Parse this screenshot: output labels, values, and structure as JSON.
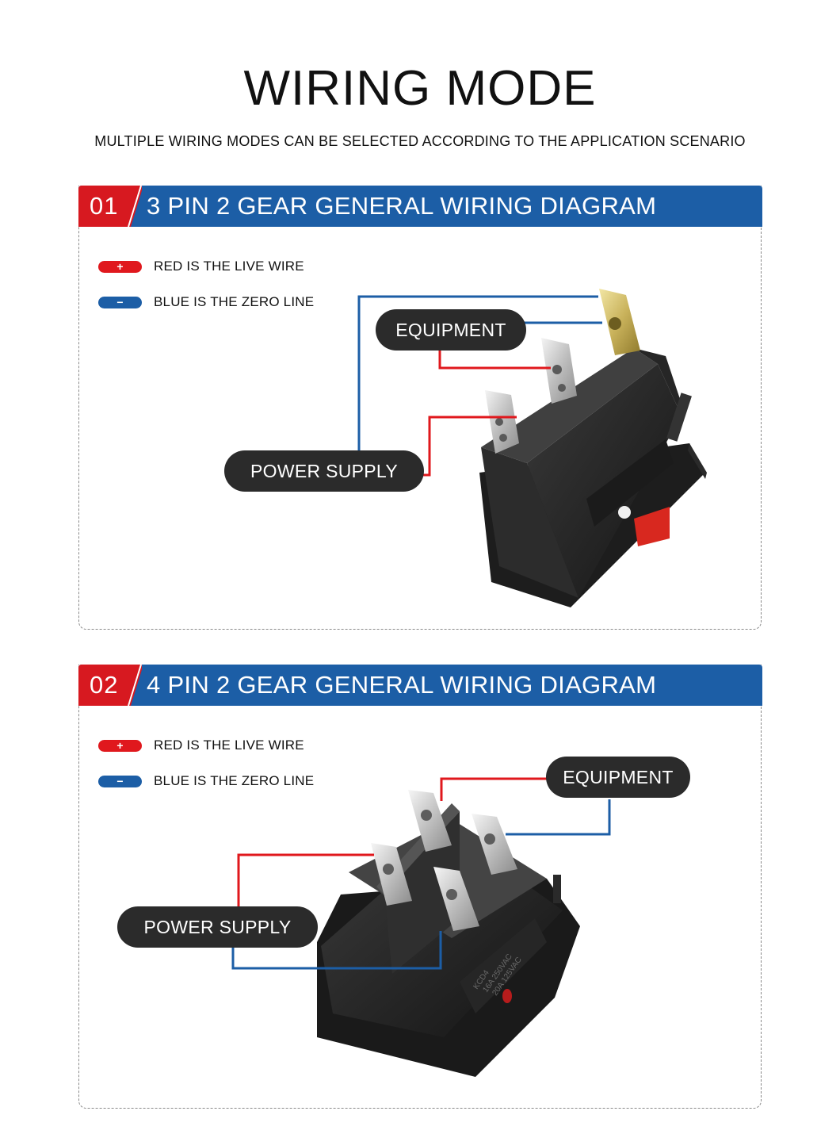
{
  "title": "WIRING MODE",
  "subtitle": "MULTIPLE WIRING MODES CAN BE SELECTED ACCORDING TO THE APPLICATION SCENARIO",
  "colors": {
    "live_wire": "#e0181d",
    "zero_line": "#1c5ea6",
    "header_blue": "#1c5ea6",
    "header_red": "#d71920",
    "tag_bg": "#2b2b2b"
  },
  "diagrams": [
    {
      "number": "01",
      "heading": "3 PIN 2 GEAR GENERAL WIRING DIAGRAM",
      "legend": [
        {
          "symbol": "+",
          "text": "RED IS THE LIVE WIRE"
        },
        {
          "symbol": "−",
          "text": "BLUE IS THE ZERO LINE"
        }
      ],
      "equipment_label": "EQUIPMENT",
      "power_supply_label": "POWER SUPPLY"
    },
    {
      "number": "02",
      "heading": "4 PIN 2 GEAR GENERAL WIRING DIAGRAM",
      "legend": [
        {
          "symbol": "+",
          "text": "RED IS THE LIVE WIRE"
        },
        {
          "symbol": "−",
          "text": "BLUE IS THE ZERO LINE"
        }
      ],
      "equipment_label": "EQUIPMENT",
      "power_supply_label": "POWER SUPPLY",
      "switch_marking": [
        "KCD4",
        "16A 250VAC",
        "20A 125VAC"
      ]
    }
  ]
}
